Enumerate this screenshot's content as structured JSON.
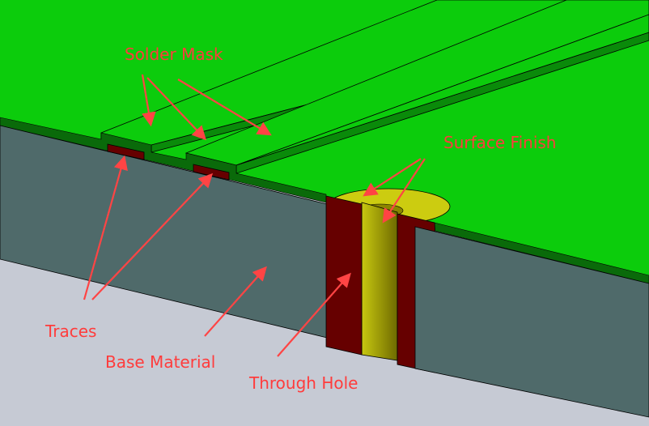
{
  "labels": {
    "solder_mask": "Solder Mask",
    "surface_finish": "Surface Finish",
    "traces": "Traces",
    "base_material": "Base Material",
    "through_hole": "Through Hole"
  },
  "colors": {
    "solder_mask": "#0ccc0c",
    "mask_edge": "#0a6a0a",
    "base_material": "#4f6a6a",
    "copper": "#660000",
    "surface_finish": "#cccc10",
    "background": "#c6cad4",
    "label": "#ff3c3c"
  }
}
